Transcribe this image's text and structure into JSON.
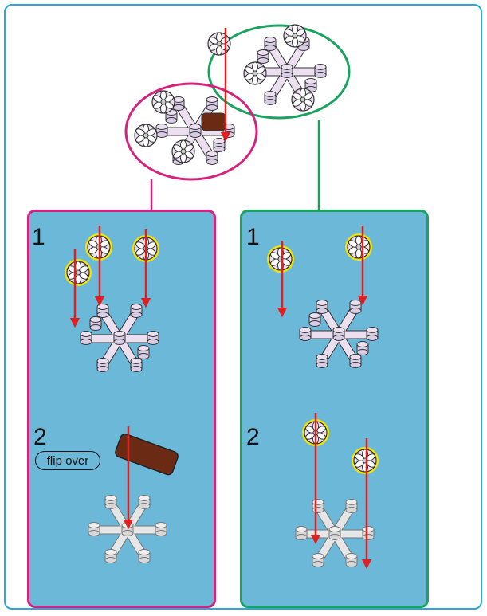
{
  "steps": {
    "left_step1": "1",
    "left_step2": "2",
    "right_step1": "1",
    "right_step2": "2"
  },
  "flip_label": "flip over",
  "colors": {
    "panel_bg": "#6bb8d9",
    "frame_border": "#2aa7dc",
    "left_border": "#d4237f",
    "right_border": "#1aa35e",
    "arrow": "#e02020",
    "piece_lavender": "#ecdff0",
    "piece_grey": "#e6e6e6",
    "highlight_yellow": "#f5e400",
    "highlight_orange": "#f08a18",
    "piece_brown": "#6b2a14"
  },
  "icons": [
    "flower-piece-icon",
    "snowflake-plate-icon",
    "brown-clip-icon",
    "arrow-down-icon"
  ]
}
